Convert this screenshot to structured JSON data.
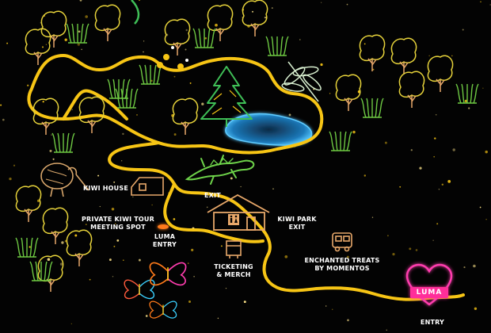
{
  "map": {
    "labels": {
      "kiwi_house": "KIWI HOUSE",
      "private_tour": "PRIVATE KIWI TOUR\nMEETING SPOT",
      "luma_entry": "LUMA\nENTRY",
      "exit": "EXIT",
      "kiwi_park_exit": "KIWI PARK\nEXIT",
      "ticketing": "TICKETING\n& MERCH",
      "enchanted_treats": "ENCHANTED TREATS\nBY MOMENTOS",
      "entry": "ENTRY",
      "luma_logo": "LUMA"
    },
    "icons": [
      "tree-icon",
      "pine-tree-icon",
      "bush-icon",
      "kiwi-bird-icon",
      "dragonfly-icon",
      "fireflies-icon",
      "lizard-icon",
      "butterfly-icon",
      "heart-sign-icon",
      "toilets-icon",
      "food-truck-icon",
      "kiosk-icon",
      "pond-icon"
    ],
    "colors": {
      "background": "#030303",
      "path": "#f7c515",
      "tree": "#e6d23a",
      "bush": "#6ec943",
      "pond": "#3aa8e6",
      "heart": "#ff3dae",
      "building": "#e8a86a",
      "entry_marker": "#ff7a1a"
    }
  }
}
